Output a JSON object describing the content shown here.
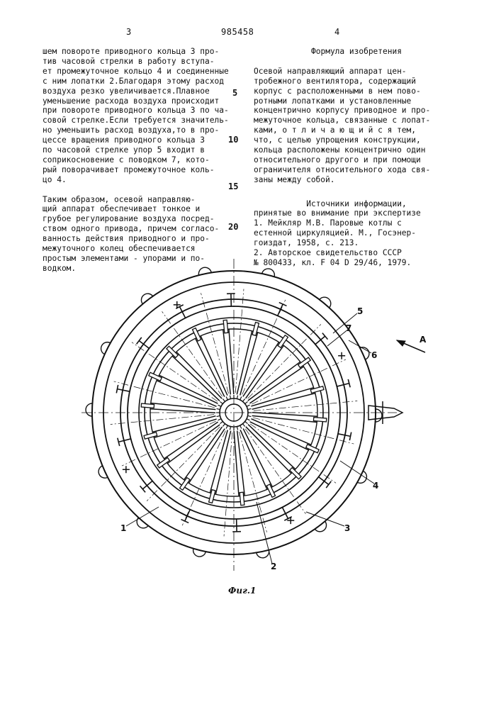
{
  "header": {
    "page_left": "3",
    "doc_number": "985458",
    "page_right": "4"
  },
  "left_column": [
    "шем повороте  приводного кольца 3 про-",
    "тив часовой стрелки в работу вступа-",
    "ет промежуточное кольцо 4 и соединенные",
    "с ним лопатки 2.Благодаря этому расход",
    "воздуха резко увеличивается.Плавное",
    "уменьшение расхода воздуха происходит",
    "при повороте приводного кольца 3 по ча-",
    "совой стрелке.Если требуется значитель-",
    "но уменьшить расход воздуха,то в про-",
    "цессе вращения приводного кольца 3",
    "по часовой стрелке упор 5 входит в",
    "соприкосновение с поводком 7, кото-",
    "рый поворачивает промежуточное коль-",
    "цо 4.",
    "",
    "   Таким образом, осевой направляю-",
    "щий аппарат обеспечивает тонкое и",
    "грубое регулирование воздуха посред-",
    "ством одного привода, причем согласо-",
    "ванность действия приводного и про-",
    "межуточного колец обеспечивается",
    "простым элементами - упорами и по-",
    "водком."
  ],
  "claims_title": "Формула  изобретения",
  "claims": [
    "   Осевой направляющий аппарат цен-",
    "тробежного вентилятора, содержащий",
    "корпус с расположенными в нем пово-",
    "ротными лопатками и установленные",
    "концентрично корпусу приводное и про-",
    "межуточное кольца, связанные с лопат-",
    "ками,  о т л и ч а ю щ и й с я  тем,",
    "что, с целью упрощения конструкции,",
    "кольца расположены концентрично один",
    "относительного другого и при помощи",
    "ограничителя относительного хода свя-",
    "заны между собой."
  ],
  "sources_title": "Источники информации,",
  "sources_subtitle": "принятые во внимание при экспертизе",
  "sources": [
    "   1. Мейкляр М.В. Паровые котлы с",
    "естенной циркуляцией. М., Госэнер-",
    "гоиздат, 1958, с. 213.",
    "   2. Авторское свидетельство СССР",
    "№ 800433, кл. F 04 D 29/46, 1979."
  ],
  "line_numbers": [
    "5",
    "10",
    "15",
    "20"
  ],
  "figure": {
    "labels": [
      "1",
      "2",
      "3",
      "4",
      "5",
      "6",
      "7",
      "A"
    ],
    "caption": "Фиг.1",
    "blade_count": 18
  }
}
